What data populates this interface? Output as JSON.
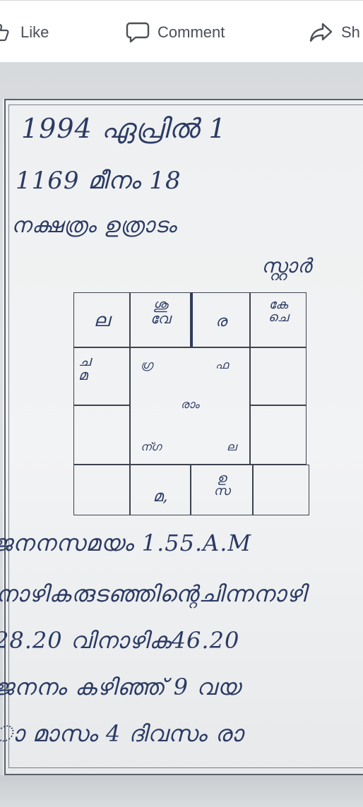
{
  "actions": {
    "like_label": "Like",
    "comment_label": "Comment",
    "share_label": "Sh",
    "like_icon": "thumbs-up-icon",
    "comment_icon": "speech-bubble-icon",
    "share_icon": "share-arrow-icon"
  },
  "photo": {
    "header_lines": [
      "1994 ഏപ്രിൽ 1",
      "1169 മീനം 18",
      "നക്ഷത്രം ഉത്രാടം",
      "സ്റ്റാർ"
    ],
    "chart_cells": {
      "r1c1": "ല",
      "r1c2": "ശു\nവേ",
      "r1c3": "ര",
      "r1c4": "കേ\nചെ",
      "r2c1": "ച\nമ",
      "r4c2": "മ,",
      "r4c3": "ഉ\nസ",
      "center_top_left": "ഗ്ര",
      "center_top_right": "ഫ",
      "center": "രാം",
      "center_bottom_left": "ന്ഗ",
      "center_bottom_right": "ല"
    },
    "body_lines": [
      "ജനനസമയം 1.55.A.M",
      "നാഴികരുടഞ്ഞിന്റെചിന്നനാഴി",
      "28.20 വിനാഴിക46.20",
      "ജനനം കഴിഞ്ഞ് 9 വയ",
      "ാ മാസം 4 ദിവസം രാ"
    ]
  }
}
